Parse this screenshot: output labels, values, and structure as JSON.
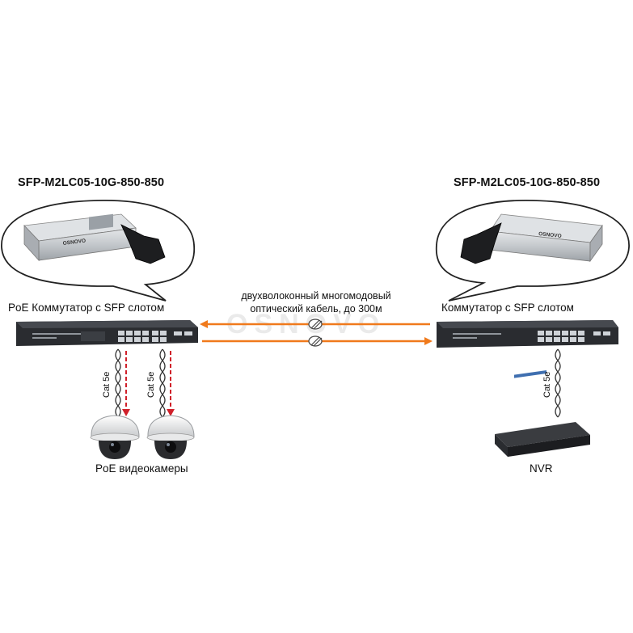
{
  "left_site": {
    "sfp_model": "SFP-M2LC05-10G-850-850",
    "switch_label": "PoE Коммутатор с SFP слотом",
    "cable_labels": [
      "Cat 5e",
      "Cat 5e"
    ],
    "endpoint_label": "PoE видеокамеры"
  },
  "right_site": {
    "sfp_model": "SFP-M2LC05-10G-850-850",
    "switch_label": "Коммутатор с SFP слотом",
    "cable_label": "Cat 5e",
    "endpoint_label": "NVR"
  },
  "fiber": {
    "line1": "двухволоконный многомодовый",
    "line2": "оптический кабель, до 300м"
  },
  "sfp_brand": "OSNOVO",
  "watermark": "OSNOVO",
  "colors": {
    "fiber": "#f07a1c",
    "poe_arrow": "#d0202a",
    "device": "#2a2c30",
    "port": "#cfd3d8"
  }
}
